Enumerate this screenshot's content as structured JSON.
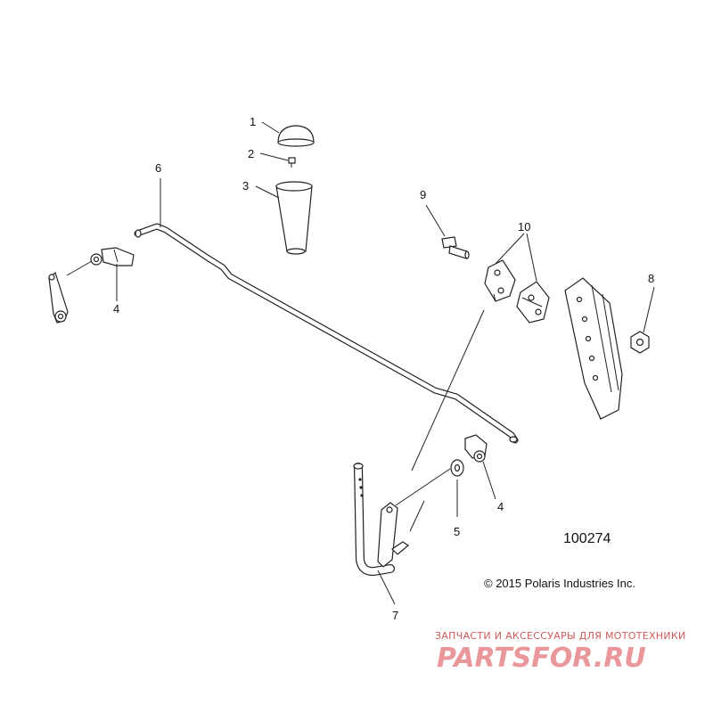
{
  "callouts": [
    {
      "label": "1"
    },
    {
      "label": "2"
    },
    {
      "label": "3"
    },
    {
      "label": "4"
    },
    {
      "label": "4"
    },
    {
      "label": "5"
    },
    {
      "label": "6"
    },
    {
      "label": "7"
    },
    {
      "label": "8"
    },
    {
      "label": "9"
    },
    {
      "label": "10"
    }
  ],
  "diagram_id": "100274",
  "copyright": "© 2015 Polaris Industries Inc.",
  "watermark": {
    "tagline": "ЗАПЧАСТИ И АКСЕССУАРЫ ДЛЯ МОТОТЕХНИКИ",
    "logo": "PARTSFOR.RU"
  }
}
